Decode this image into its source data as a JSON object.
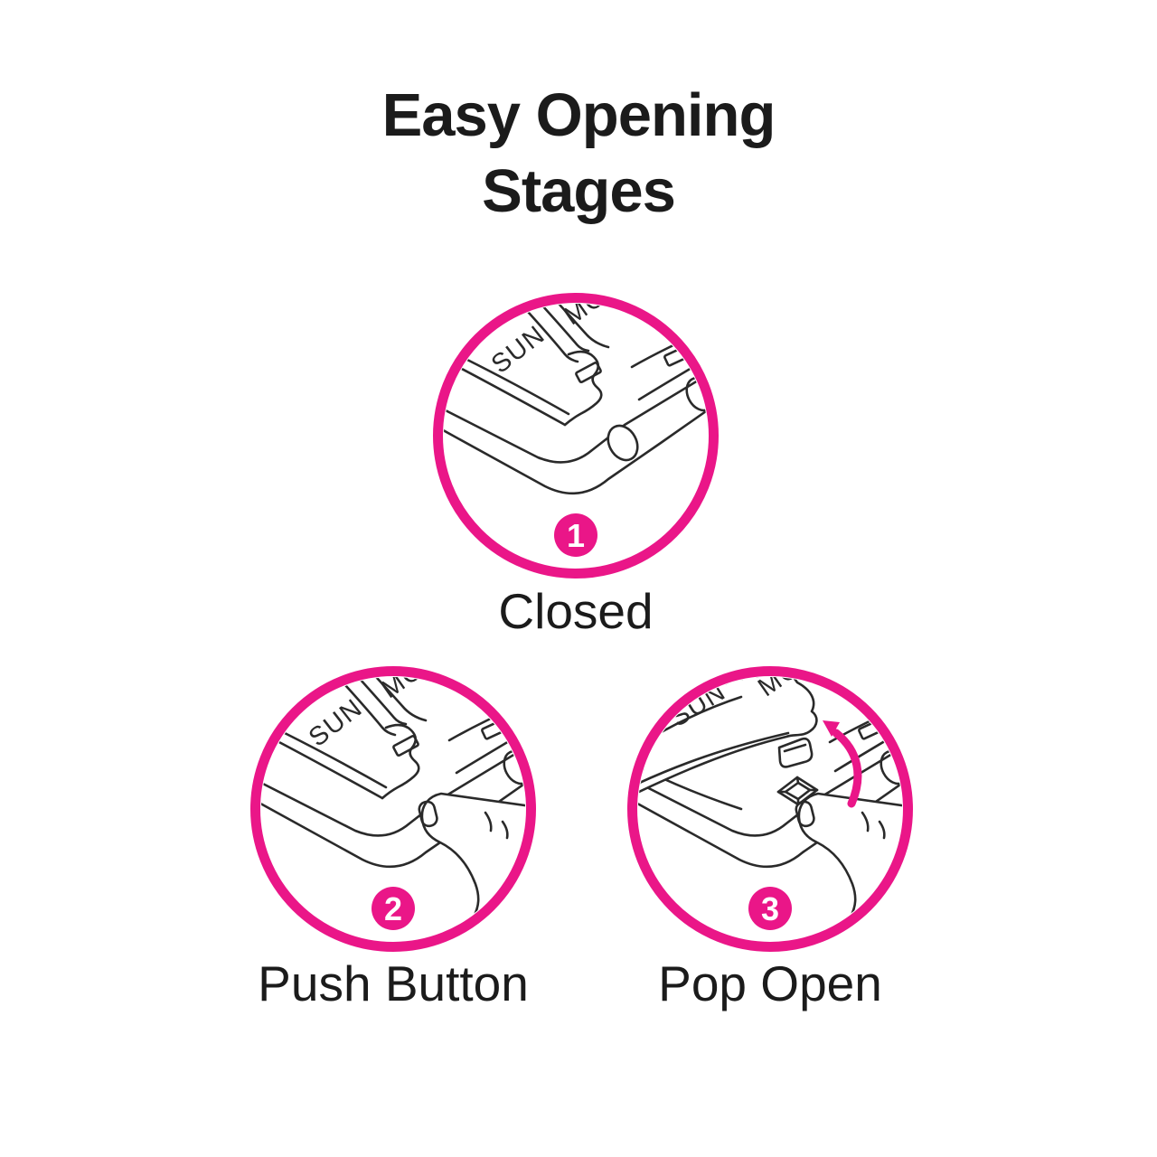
{
  "colors": {
    "accent_pink": "#EA1688",
    "line_ink": "#2A2A2A",
    "text": "#1B1B1B",
    "background": "#FFFFFF"
  },
  "title": {
    "line1": "Easy Opening",
    "line2": "Stages"
  },
  "stages": [
    {
      "number": "1",
      "label": "Closed",
      "lid_label": "SUN",
      "next_lid_label": "MO"
    },
    {
      "number": "2",
      "label": "Push Button",
      "lid_label": "SUN",
      "next_lid_label": "MO"
    },
    {
      "number": "3",
      "label": "Pop Open",
      "lid_label": "SUN",
      "next_lid_label": "MO"
    }
  ]
}
